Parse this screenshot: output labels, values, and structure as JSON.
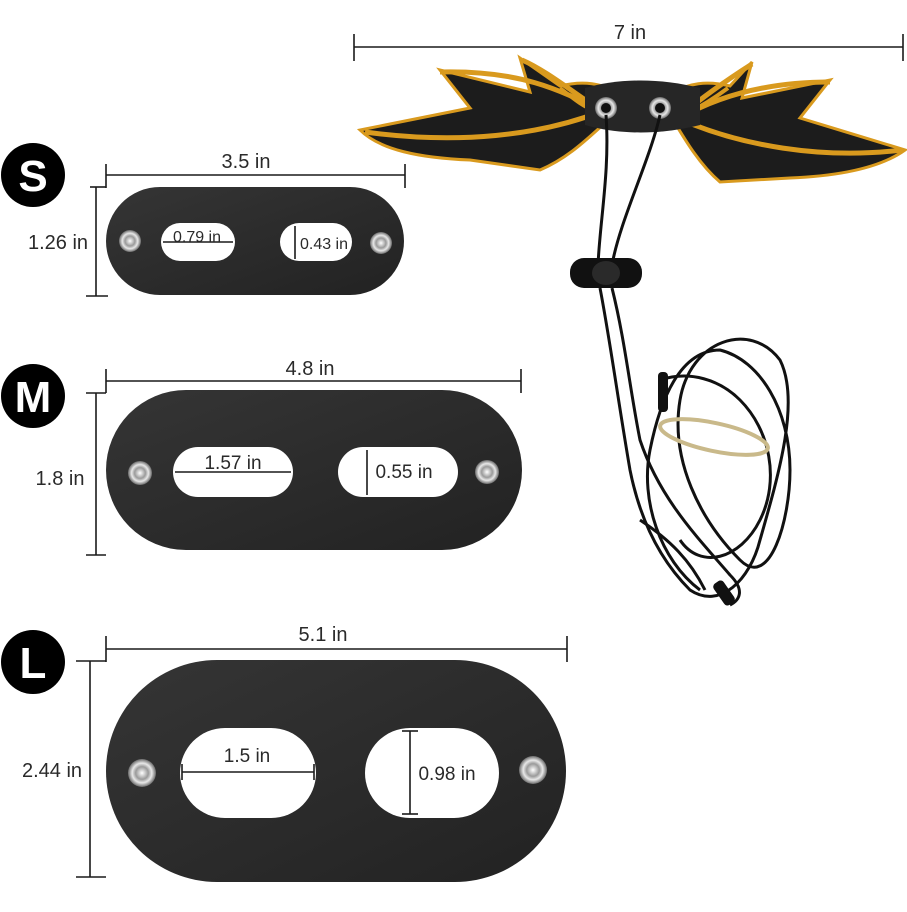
{
  "product": {
    "wing_width": "7 in"
  },
  "sizes": [
    {
      "badge": "S",
      "length": "3.5 in",
      "height": "1.26 in",
      "hole_width": "0.79 in",
      "hole_height": "0.43 in"
    },
    {
      "badge": "M",
      "length": "4.8 in",
      "height": "1.8 in",
      "hole_width": "1.57 in",
      "hole_height": "0.55 in"
    },
    {
      "badge": "L",
      "length": "5.1 in",
      "height": "2.44 in",
      "hole_width": "1.5 in",
      "hole_height": "0.98 in"
    }
  ],
  "colors": {
    "leather": "#2b2b2b",
    "wing_trim": "#d99a1e",
    "badge": "#000000",
    "grommet": "#c9c9c9"
  }
}
